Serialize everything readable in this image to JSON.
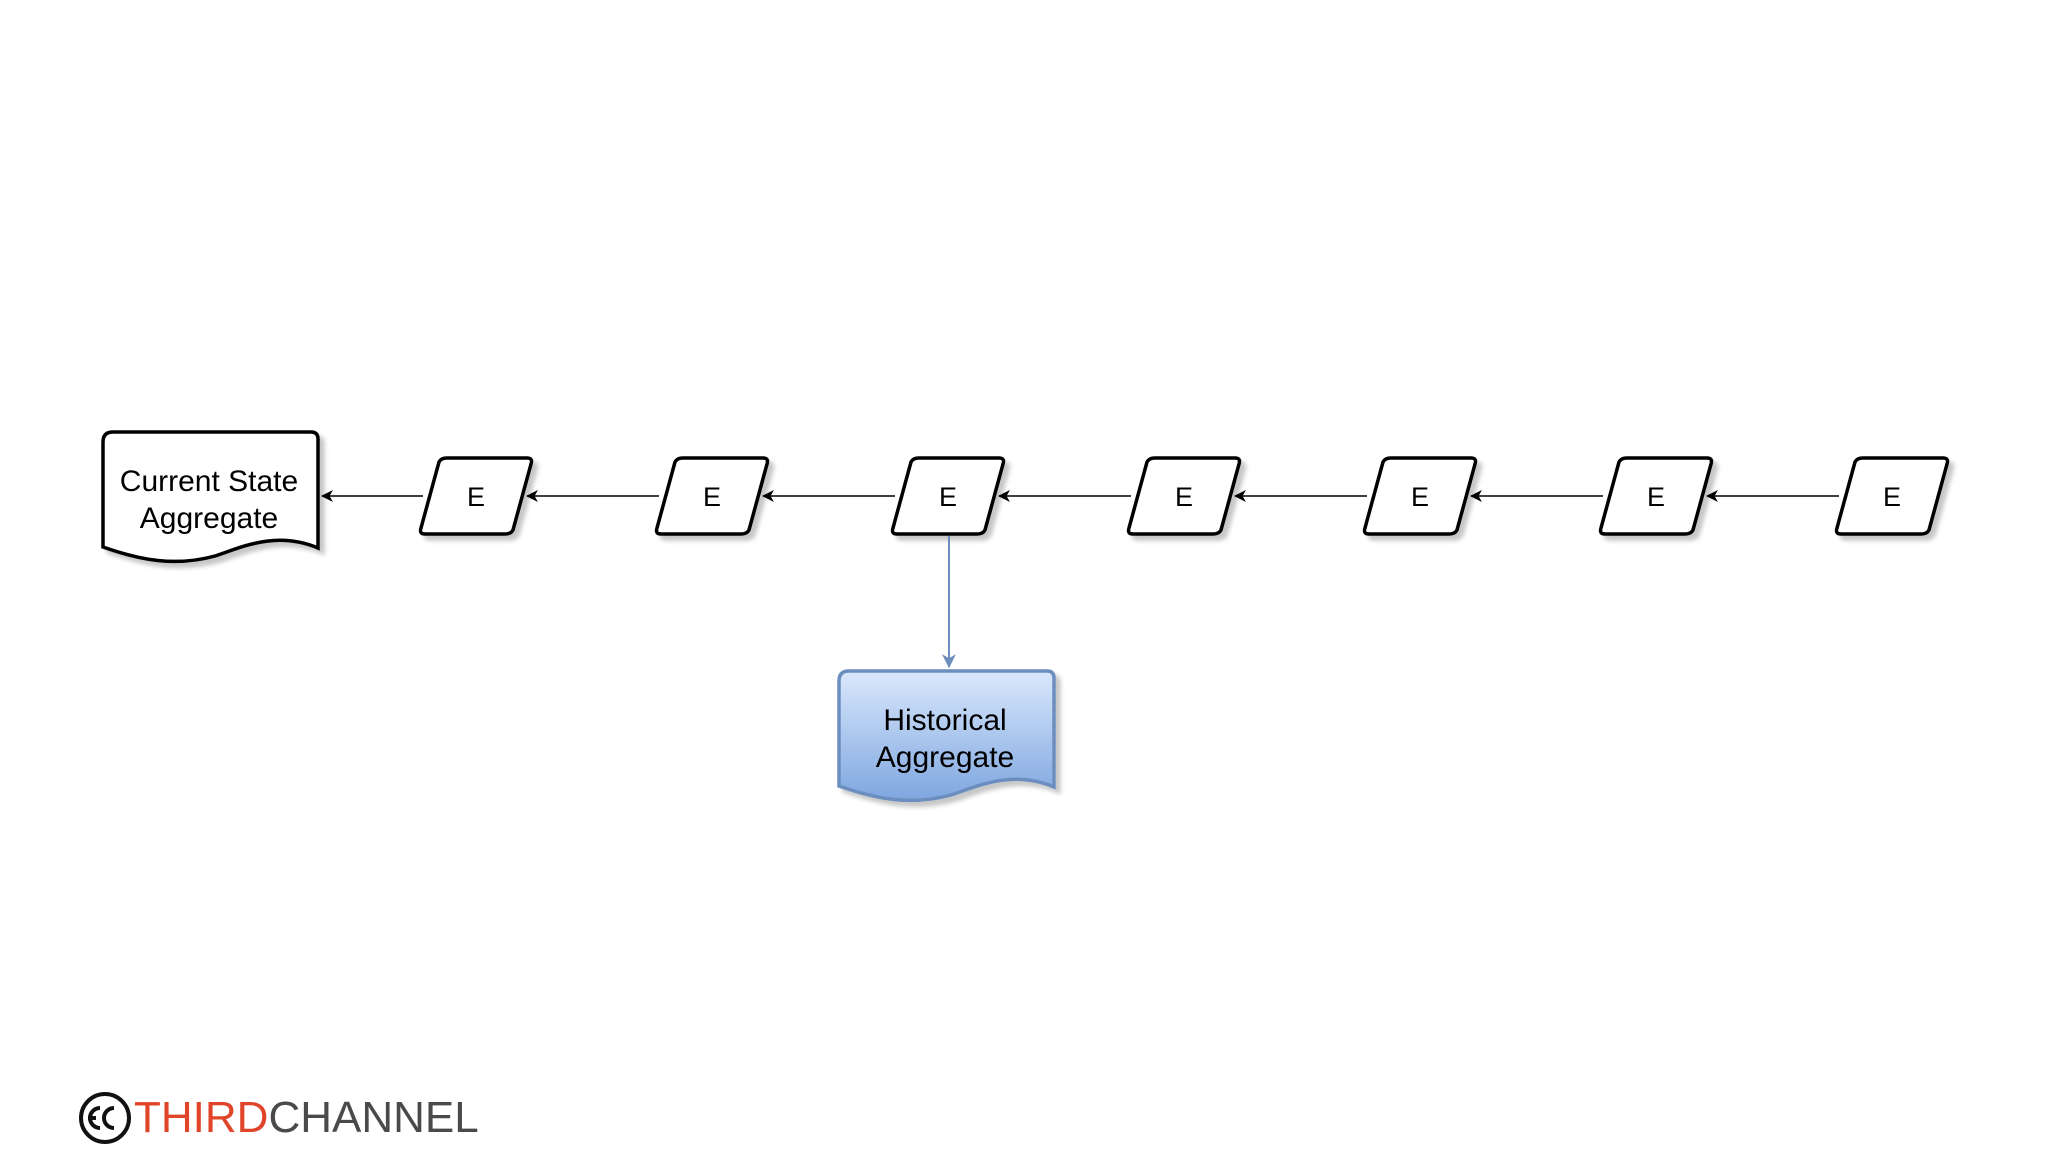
{
  "diagram": {
    "current_aggregate": {
      "line1": "Current State",
      "line2": "Aggregate"
    },
    "historical_aggregate": {
      "line1": "Historical",
      "line2": "Aggregate"
    },
    "events": [
      "E",
      "E",
      "E",
      "E",
      "E",
      "E",
      "E"
    ],
    "colors": {
      "stroke": "#000000",
      "historical_fill_top": "#dae8fc",
      "historical_fill_bottom": "#7ea6e0",
      "historical_stroke": "#6c8ebf",
      "historical_arrow": "#6c8ebf"
    }
  },
  "logo": {
    "part1": "THIRD",
    "part2": "CHANNEL",
    "color_part1": "#e0452a",
    "color_part2": "#4a4a4a",
    "icon": "third-channel-logo-icon"
  }
}
